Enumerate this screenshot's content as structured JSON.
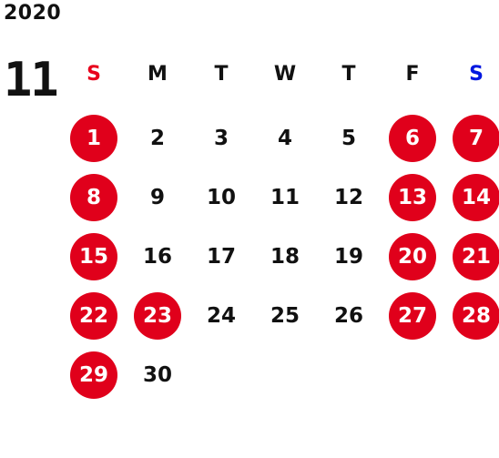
{
  "calendar": {
    "year": "2020",
    "month": "11",
    "colors": {
      "sunday_label": "#e8001c",
      "saturday_label": "#0018e0",
      "holiday_fill": "#e0001b",
      "text": "#111111",
      "holiday_text": "#ffffff"
    },
    "weekdays": [
      {
        "label": "S",
        "type": "sunday"
      },
      {
        "label": "M",
        "type": "weekday"
      },
      {
        "label": "T",
        "type": "weekday"
      },
      {
        "label": "W",
        "type": "weekday"
      },
      {
        "label": "T",
        "type": "weekday"
      },
      {
        "label": "F",
        "type": "weekday"
      },
      {
        "label": "S",
        "type": "saturday"
      }
    ],
    "start_weekday_index": 0,
    "days": [
      {
        "label": "1",
        "highlighted": true
      },
      {
        "label": "2",
        "highlighted": false
      },
      {
        "label": "3",
        "highlighted": false
      },
      {
        "label": "4",
        "highlighted": false
      },
      {
        "label": "5",
        "highlighted": false
      },
      {
        "label": "6",
        "highlighted": true
      },
      {
        "label": "7",
        "highlighted": true
      },
      {
        "label": "8",
        "highlighted": true
      },
      {
        "label": "9",
        "highlighted": false
      },
      {
        "label": "10",
        "highlighted": false
      },
      {
        "label": "11",
        "highlighted": false
      },
      {
        "label": "12",
        "highlighted": false
      },
      {
        "label": "13",
        "highlighted": true
      },
      {
        "label": "14",
        "highlighted": true
      },
      {
        "label": "15",
        "highlighted": true
      },
      {
        "label": "16",
        "highlighted": false
      },
      {
        "label": "17",
        "highlighted": false
      },
      {
        "label": "18",
        "highlighted": false
      },
      {
        "label": "19",
        "highlighted": false
      },
      {
        "label": "20",
        "highlighted": true
      },
      {
        "label": "21",
        "highlighted": true
      },
      {
        "label": "22",
        "highlighted": true
      },
      {
        "label": "23",
        "highlighted": true
      },
      {
        "label": "24",
        "highlighted": false
      },
      {
        "label": "25",
        "highlighted": false
      },
      {
        "label": "26",
        "highlighted": false
      },
      {
        "label": "27",
        "highlighted": true
      },
      {
        "label": "28",
        "highlighted": true
      },
      {
        "label": "29",
        "highlighted": true
      },
      {
        "label": "30",
        "highlighted": false
      }
    ]
  }
}
